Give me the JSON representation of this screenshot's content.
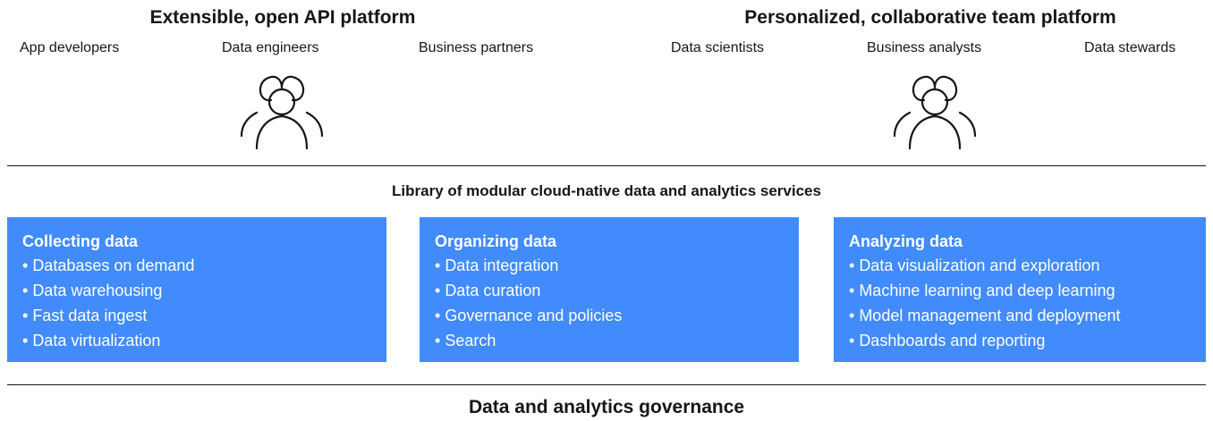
{
  "api_platform": {
    "title": "Extensible, open API platform",
    "roles": [
      "App developers",
      "Data engineers",
      "Business partners"
    ],
    "icon": "people-group-icon"
  },
  "team_platform": {
    "title": "Personalized, collaborative team platform",
    "roles": [
      "Data scientists",
      "Business analysts",
      "Data stewards"
    ],
    "icon": "people-group-icon"
  },
  "services": {
    "title": "Library of modular cloud-native data and analytics services",
    "cards": [
      {
        "title": "Collecting data",
        "items": [
          "Databases on demand",
          "Data warehousing",
          "Fast data ingest",
          "Data virtualization"
        ]
      },
      {
        "title": "Organizing data",
        "items": [
          "Data integration",
          "Data curation",
          "Governance and policies",
          "Search"
        ]
      },
      {
        "title": "Analyzing data",
        "items": [
          "Data visualization and exploration",
          "Machine learning and deep learning",
          "Model management and deployment",
          "Dashboards and reporting"
        ]
      }
    ]
  },
  "governance": {
    "title": "Data and analytics governance"
  },
  "colors": {
    "card_background": "#418bfc",
    "text": "#161616",
    "rule": "#161616"
  }
}
